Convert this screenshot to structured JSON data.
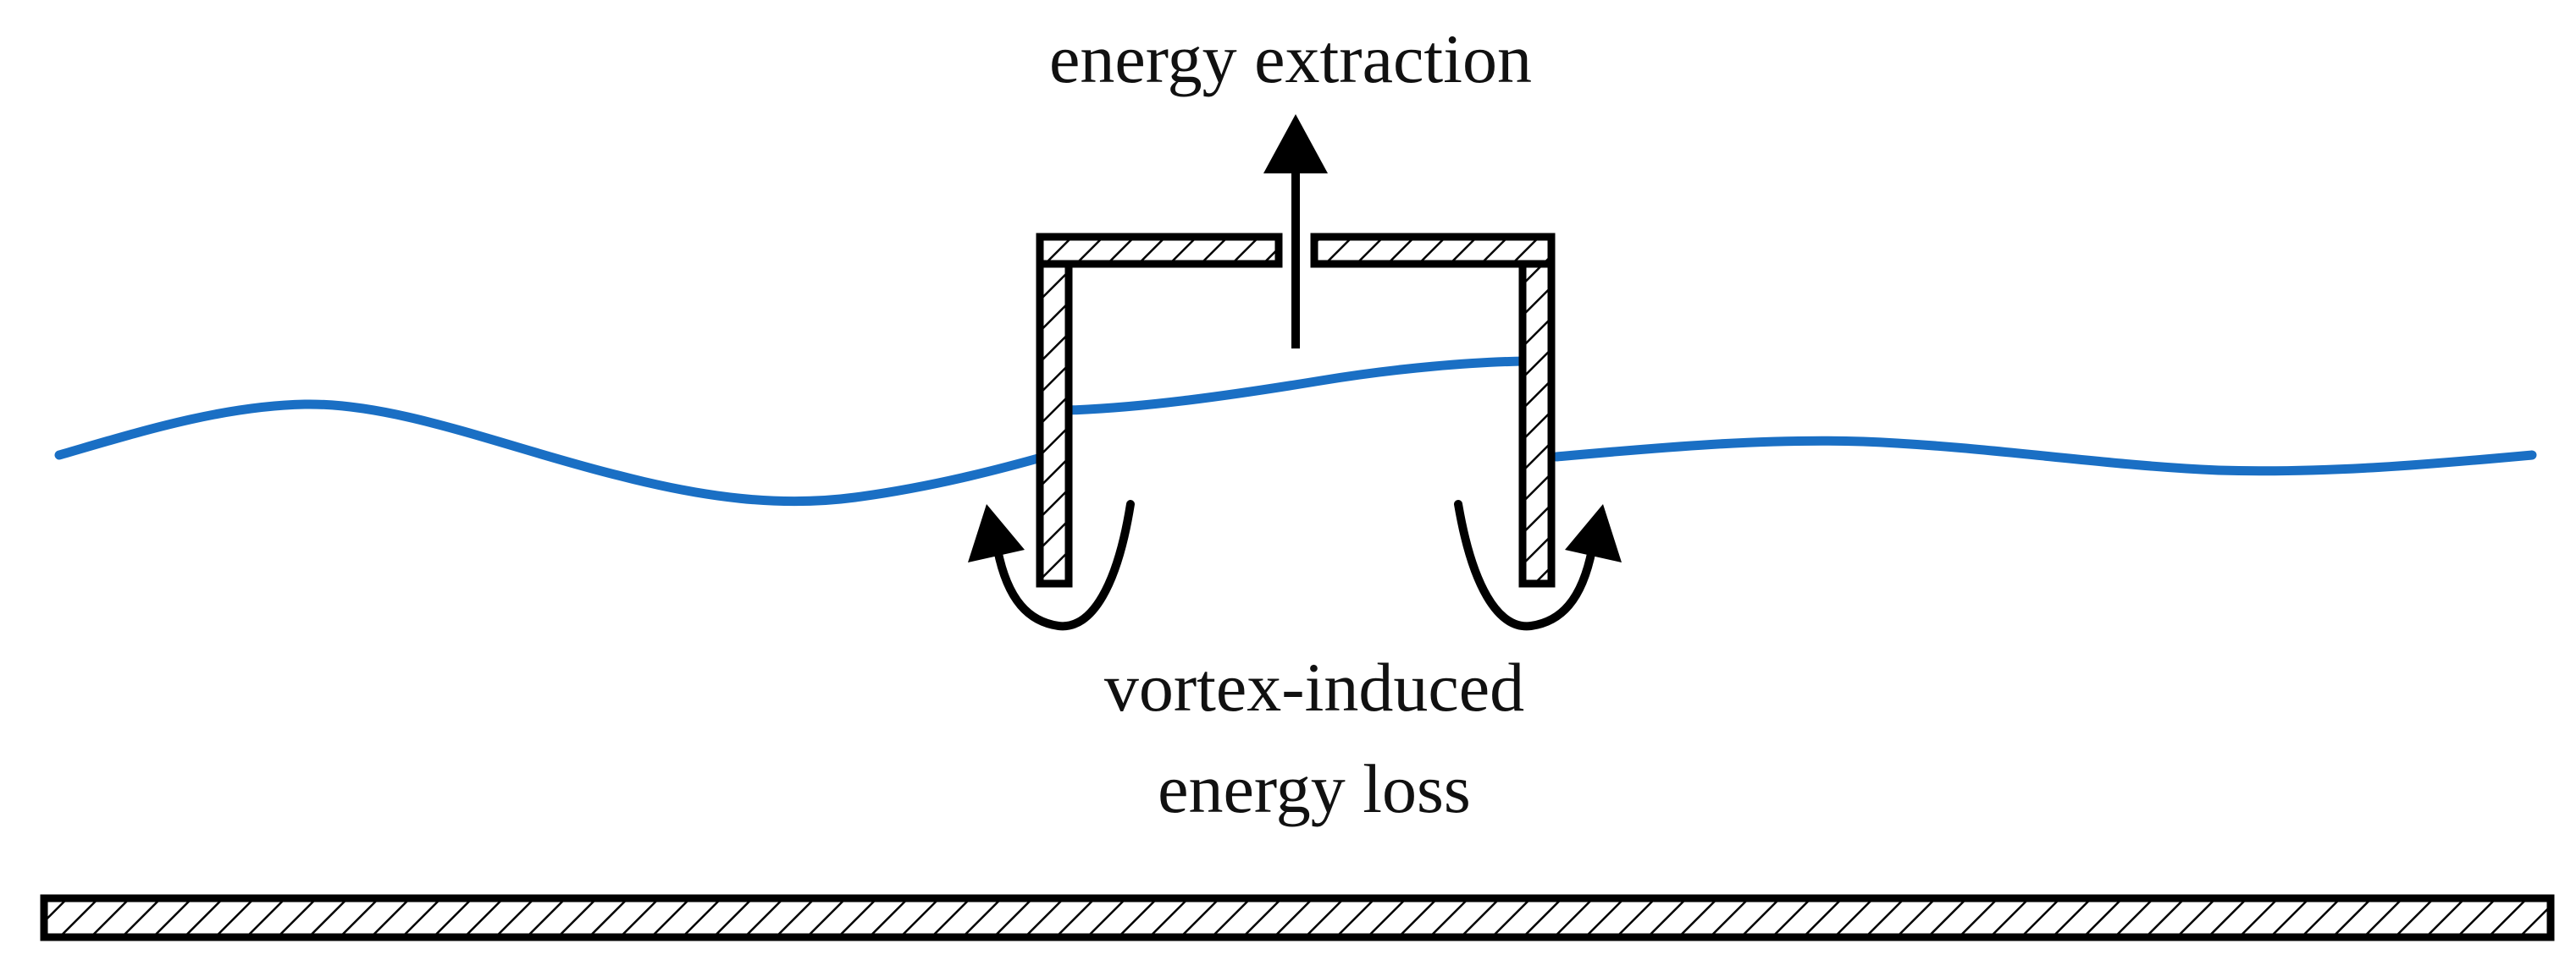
{
  "labels": {
    "energy_extraction": "energy extraction",
    "vortex_line1": "vortex-induced",
    "vortex_line2": "energy loss"
  },
  "colors": {
    "wave": "#1a6fc4",
    "ink": "#000000",
    "background": "#ffffff"
  }
}
